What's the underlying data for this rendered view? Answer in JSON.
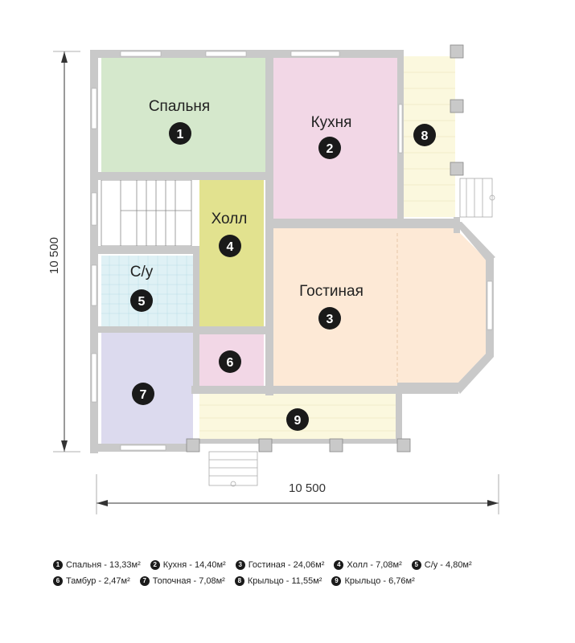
{
  "rooms": [
    {
      "num": "1",
      "name": "Спальня"
    },
    {
      "num": "2",
      "name": "Кухня"
    },
    {
      "num": "3",
      "name": "Гостиная"
    },
    {
      "num": "4",
      "name": "Холл"
    },
    {
      "num": "5",
      "name": "С/у"
    },
    {
      "num": "6",
      "name": ""
    },
    {
      "num": "7",
      "name": ""
    },
    {
      "num": "8",
      "name": ""
    },
    {
      "num": "9",
      "name": ""
    }
  ],
  "dimensions": {
    "width": "10 500",
    "height": "10 500"
  },
  "legend": [
    {
      "num": "1",
      "text": "Спальня - 13,33м²"
    },
    {
      "num": "2",
      "text": "Кухня - 14,40м²"
    },
    {
      "num": "3",
      "text": "Гостиная - 24,06м²"
    },
    {
      "num": "4",
      "text": "Холл - 7,08м²"
    },
    {
      "num": "5",
      "text": "С/у - 4,80м²"
    },
    {
      "num": "6",
      "text": "Тамбур - 2,47м²"
    },
    {
      "num": "7",
      "text": "Топочная - 7,08м²"
    },
    {
      "num": "8",
      "text": "Крыльцо - 11,55м²"
    },
    {
      "num": "9",
      "text": "Крыльцо - 6,76м²"
    }
  ],
  "colors": {
    "bedroom": "#d5e8cc",
    "kitchen": "#f2d7e6",
    "living": "#fde9d6",
    "hall": "#e2e28f",
    "bath": "#dff1f5",
    "vestibule": "#f2d7e6",
    "boiler": "#dcdaee",
    "porch": "#fbf8de",
    "wall": "#c9c9c9",
    "badge": "#1a1a1a"
  }
}
